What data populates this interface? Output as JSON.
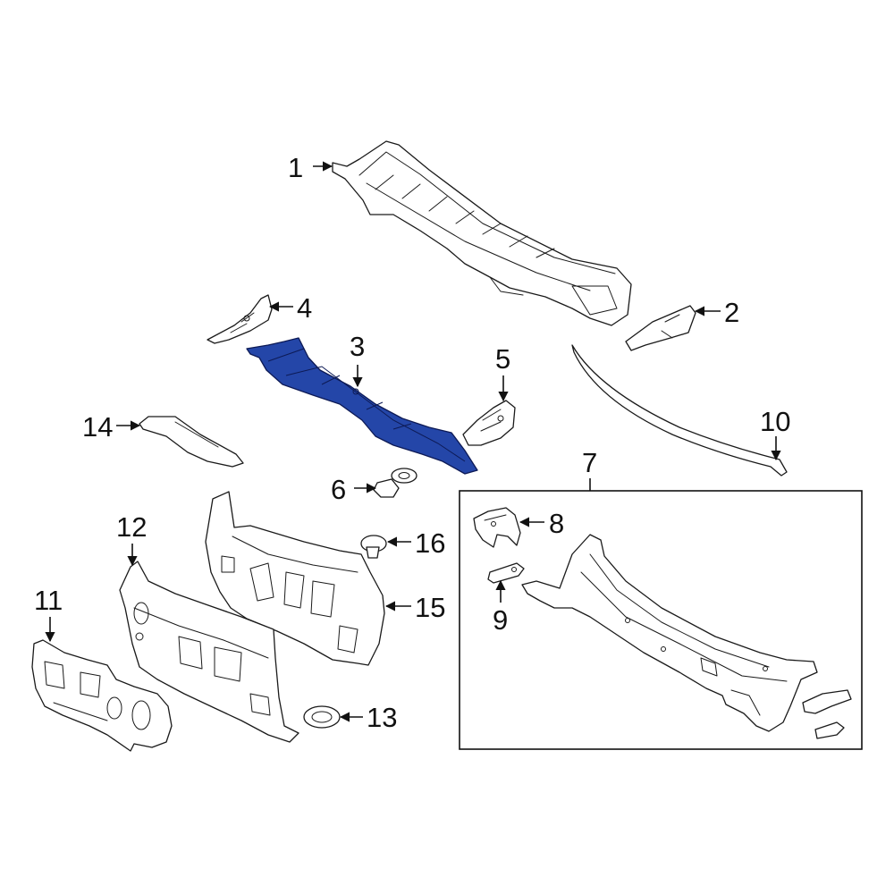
{
  "diagram": {
    "highlight_color": "#2446a8",
    "callouts": [
      {
        "id": "c1",
        "label": "1"
      },
      {
        "id": "c2",
        "label": "2"
      },
      {
        "id": "c3",
        "label": "3"
      },
      {
        "id": "c4",
        "label": "4"
      },
      {
        "id": "c5",
        "label": "5"
      },
      {
        "id": "c6",
        "label": "6"
      },
      {
        "id": "c7",
        "label": "7"
      },
      {
        "id": "c8",
        "label": "8"
      },
      {
        "id": "c9",
        "label": "9"
      },
      {
        "id": "c10",
        "label": "10"
      },
      {
        "id": "c11",
        "label": "11"
      },
      {
        "id": "c12",
        "label": "12"
      },
      {
        "id": "c13",
        "label": "13"
      },
      {
        "id": "c14",
        "label": "14"
      },
      {
        "id": "c15",
        "label": "15"
      },
      {
        "id": "c16",
        "label": "16"
      }
    ]
  }
}
